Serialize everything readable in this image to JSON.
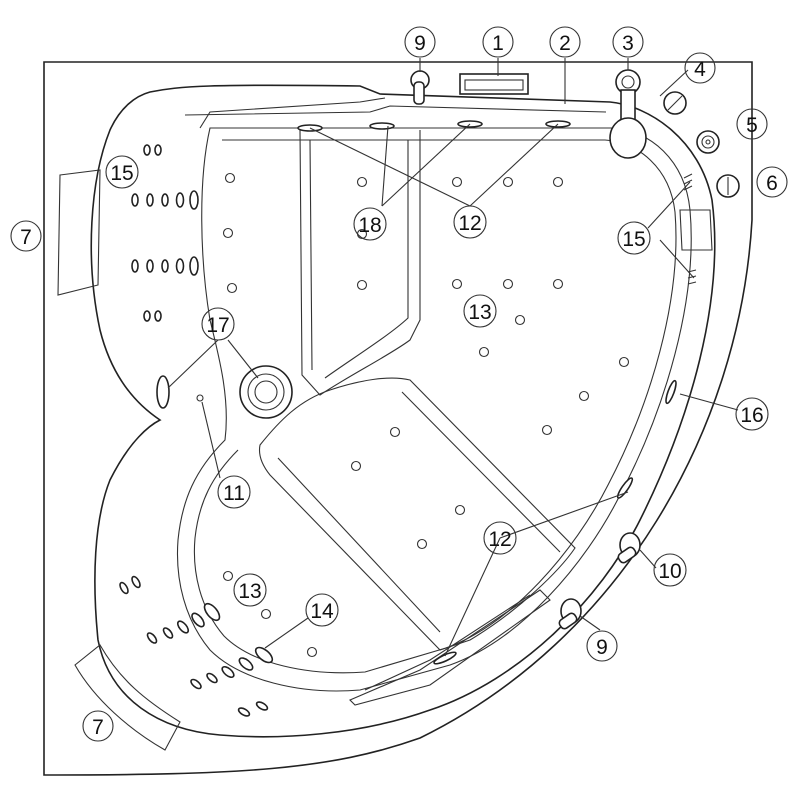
{
  "colors": {
    "line": "#222222",
    "background": "#ffffff"
  },
  "callouts": [
    {
      "label": "1"
    },
    {
      "label": "2"
    },
    {
      "label": "3"
    },
    {
      "label": "4"
    },
    {
      "label": "5"
    },
    {
      "label": "6"
    },
    {
      "label": "7"
    },
    {
      "label": "7"
    },
    {
      "label": "9"
    },
    {
      "label": "9"
    },
    {
      "label": "10"
    },
    {
      "label": "11"
    },
    {
      "label": "12"
    },
    {
      "label": "12"
    },
    {
      "label": "13"
    },
    {
      "label": "13"
    },
    {
      "label": "14"
    },
    {
      "label": "15"
    },
    {
      "label": "15"
    },
    {
      "label": "16"
    },
    {
      "label": "17"
    },
    {
      "label": "18"
    }
  ]
}
